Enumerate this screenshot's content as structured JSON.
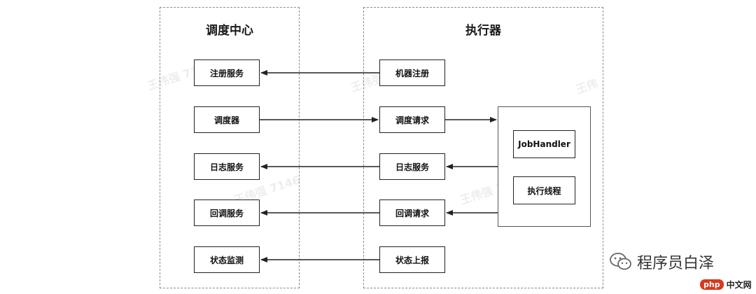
{
  "dispatch_center": {
    "title": "调度中心",
    "items": [
      "注册服务",
      "调度器",
      "日志服务",
      "回调服务",
      "状态监测"
    ]
  },
  "executor": {
    "title": "执行器",
    "items": [
      "机器注册",
      "调度请求",
      "日志服务",
      "回调请求",
      "状态上报"
    ],
    "inner": [
      "JobHandler",
      "执行线程"
    ]
  },
  "watermarks": [
    "王伟强 7146",
    "王伟强",
    "王伟强 7146",
    "王伟强 7146",
    "王伟"
  ],
  "footer": {
    "brand": "程序员白泽",
    "site_badge": "php",
    "site_text": "中文网"
  },
  "colors": {
    "line": "#222222",
    "badge": "#d9381e"
  }
}
